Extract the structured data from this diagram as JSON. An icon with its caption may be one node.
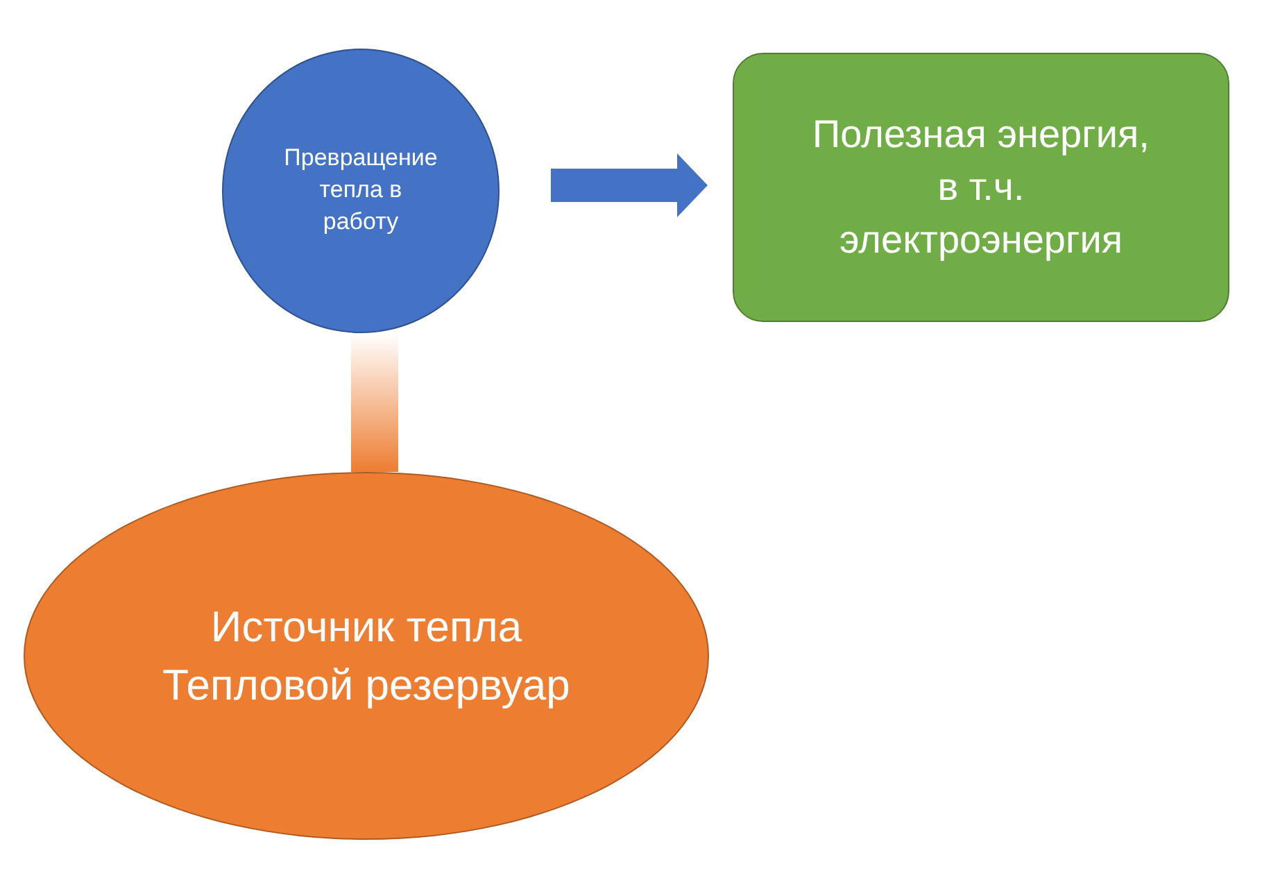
{
  "diagram": {
    "nodes": [
      {
        "text": [
          "Превращение тепла в работу"
        ]
      },
      {
        "text": [
          "Полезная энергия, в т.ч. электроэнергия"
        ]
      },
      {
        "text": [
          "Источник тепла",
          "Тепловой резервуар"
        ]
      }
    ],
    "edges": [
      {
        "from": 0,
        "to": 1,
        "arrow": "to",
        "color": "#4472c4"
      },
      {
        "from": 2,
        "to": 0,
        "arrow": "none",
        "color": "#ed7d31"
      }
    ]
  }
}
